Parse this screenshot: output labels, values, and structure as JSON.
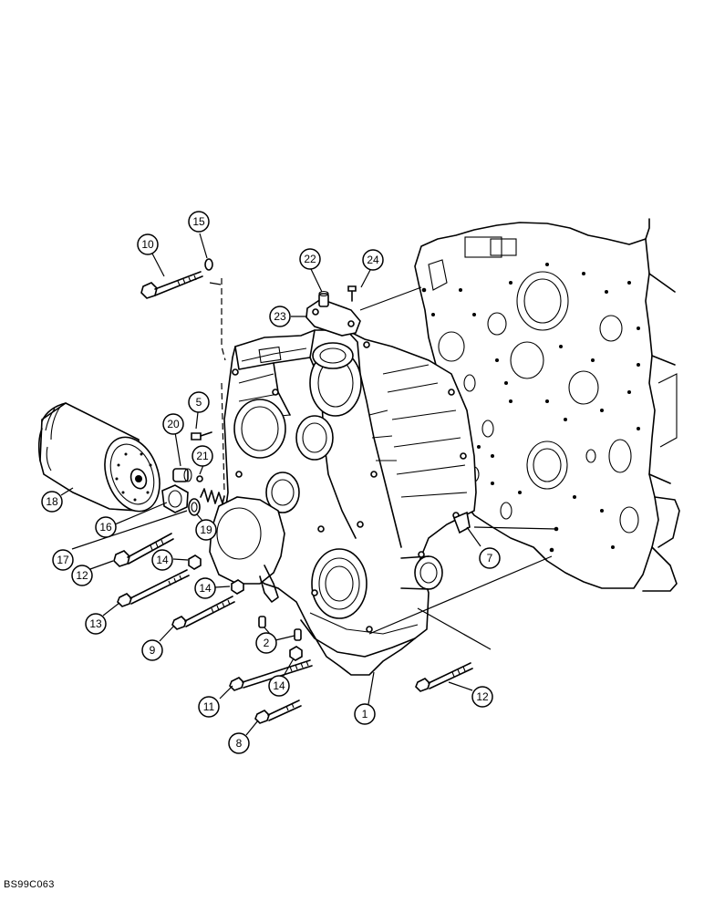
{
  "figure_code": "BS99C063",
  "callouts": [
    {
      "label": "15"
    },
    {
      "label": "10"
    },
    {
      "label": "22"
    },
    {
      "label": "24"
    },
    {
      "label": "23"
    },
    {
      "label": "5"
    },
    {
      "label": "20"
    },
    {
      "label": "21"
    },
    {
      "label": "18"
    },
    {
      "label": "16"
    },
    {
      "label": "19"
    },
    {
      "label": "17"
    },
    {
      "label": "12"
    },
    {
      "label": "14"
    },
    {
      "label": "14"
    },
    {
      "label": "13"
    },
    {
      "label": "9"
    },
    {
      "label": "2"
    },
    {
      "label": "14"
    },
    {
      "label": "11"
    },
    {
      "label": "8"
    },
    {
      "label": "1"
    },
    {
      "label": "7"
    },
    {
      "label": "12"
    }
  ]
}
